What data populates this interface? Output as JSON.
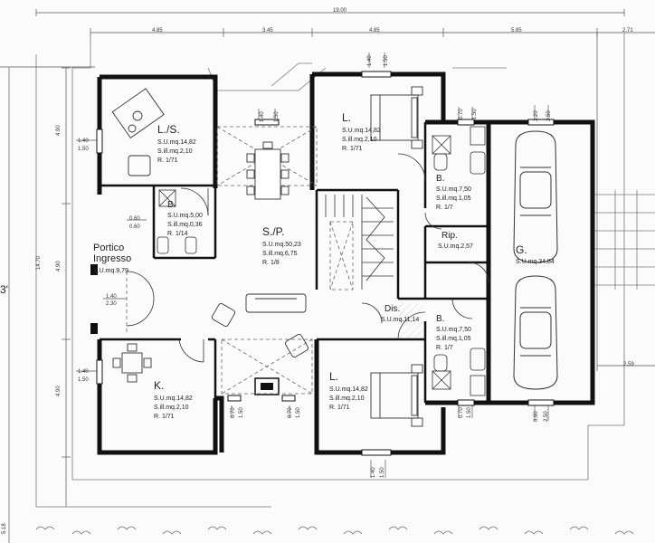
{
  "dimensions": {
    "overall_width": "19.00",
    "top": [
      "4.85",
      "3.45",
      "4.85",
      "5.85",
      "2.71"
    ],
    "left_overall": "14.70",
    "left": [
      "4.90",
      "4.90",
      "4.90",
      "5.18"
    ],
    "right_offset": "2.59",
    "left_edge_fragment": "3'",
    "windows": {
      "top_bedroom": [
        "1.40",
        "1.50"
      ],
      "top_bath_small": [
        "0.70",
        "1.50"
      ],
      "garage_top": [
        "3.20",
        "2.50"
      ],
      "living_top": [
        "1.40",
        "1.50"
      ],
      "living_bottom_left": [
        "0.70",
        "1.50"
      ],
      "living_bottom_right": [
        "0.70",
        "1.50"
      ],
      "bottom_bath_small": [
        "0.70",
        "1.50"
      ],
      "garage_bottom": [
        "0.90",
        "2.50"
      ],
      "bottom_bedroom": [
        "1.40",
        "1.50"
      ],
      "study_left": [
        "1.40",
        "1.50"
      ],
      "kitchen_left": [
        "1.40",
        "1.50"
      ],
      "bath_left": [
        "0.60",
        "0.60"
      ],
      "entry": [
        "1.40",
        "2.30"
      ]
    }
  },
  "rooms": {
    "study": {
      "name": "L./S.",
      "lines": [
        "S.U.mq.14,82",
        "S.ill.mq.2,10",
        "R. 1/71"
      ]
    },
    "bath_small": {
      "name": "B.",
      "lines": [
        "S.U.mq.5,00",
        "S.ill.mq.0,36",
        "R. 1/14"
      ]
    },
    "entry": {
      "name_lines": [
        "Portico",
        "Ingresso"
      ],
      "lines": [
        "S.U.mq.9,79"
      ]
    },
    "living": {
      "name": "S./P.",
      "lines": [
        "S.U.mq.50,23",
        "S.ill.mq.6,75",
        "R. 1/8"
      ]
    },
    "kitchen": {
      "name": "K.",
      "lines": [
        "S.U.mq.14,82",
        "S.ill.mq.2,10",
        "R. 1/71"
      ]
    },
    "bedroom_top": {
      "name": "L.",
      "lines": [
        "S.U.mq.14,82",
        "S.ill.mq.2,10",
        "R. 1/71"
      ]
    },
    "bath_top": {
      "name": "B.",
      "lines": [
        "S.U.mq.7,50",
        "S.ill.mq.1,05",
        "R. 1/7"
      ]
    },
    "storage": {
      "name": "Rip.",
      "lines": [
        "S.U.mq.2,57"
      ]
    },
    "hall": {
      "name": "Dis.",
      "lines": [
        "S.U.mq.11,14"
      ]
    },
    "bath_bottom": {
      "name": "B.",
      "lines": [
        "S.U.mq.7,50",
        "S.ill.mq.1,05",
        "R. 1/7"
      ]
    },
    "bedroom_bottom": {
      "name": "L.",
      "lines": [
        "S.U.mq.14,82",
        "S.ill.mq.2,10",
        "R. 1/71"
      ]
    },
    "garage": {
      "name": "G.",
      "lines": [
        "S.U.mq.34,84"
      ]
    }
  }
}
